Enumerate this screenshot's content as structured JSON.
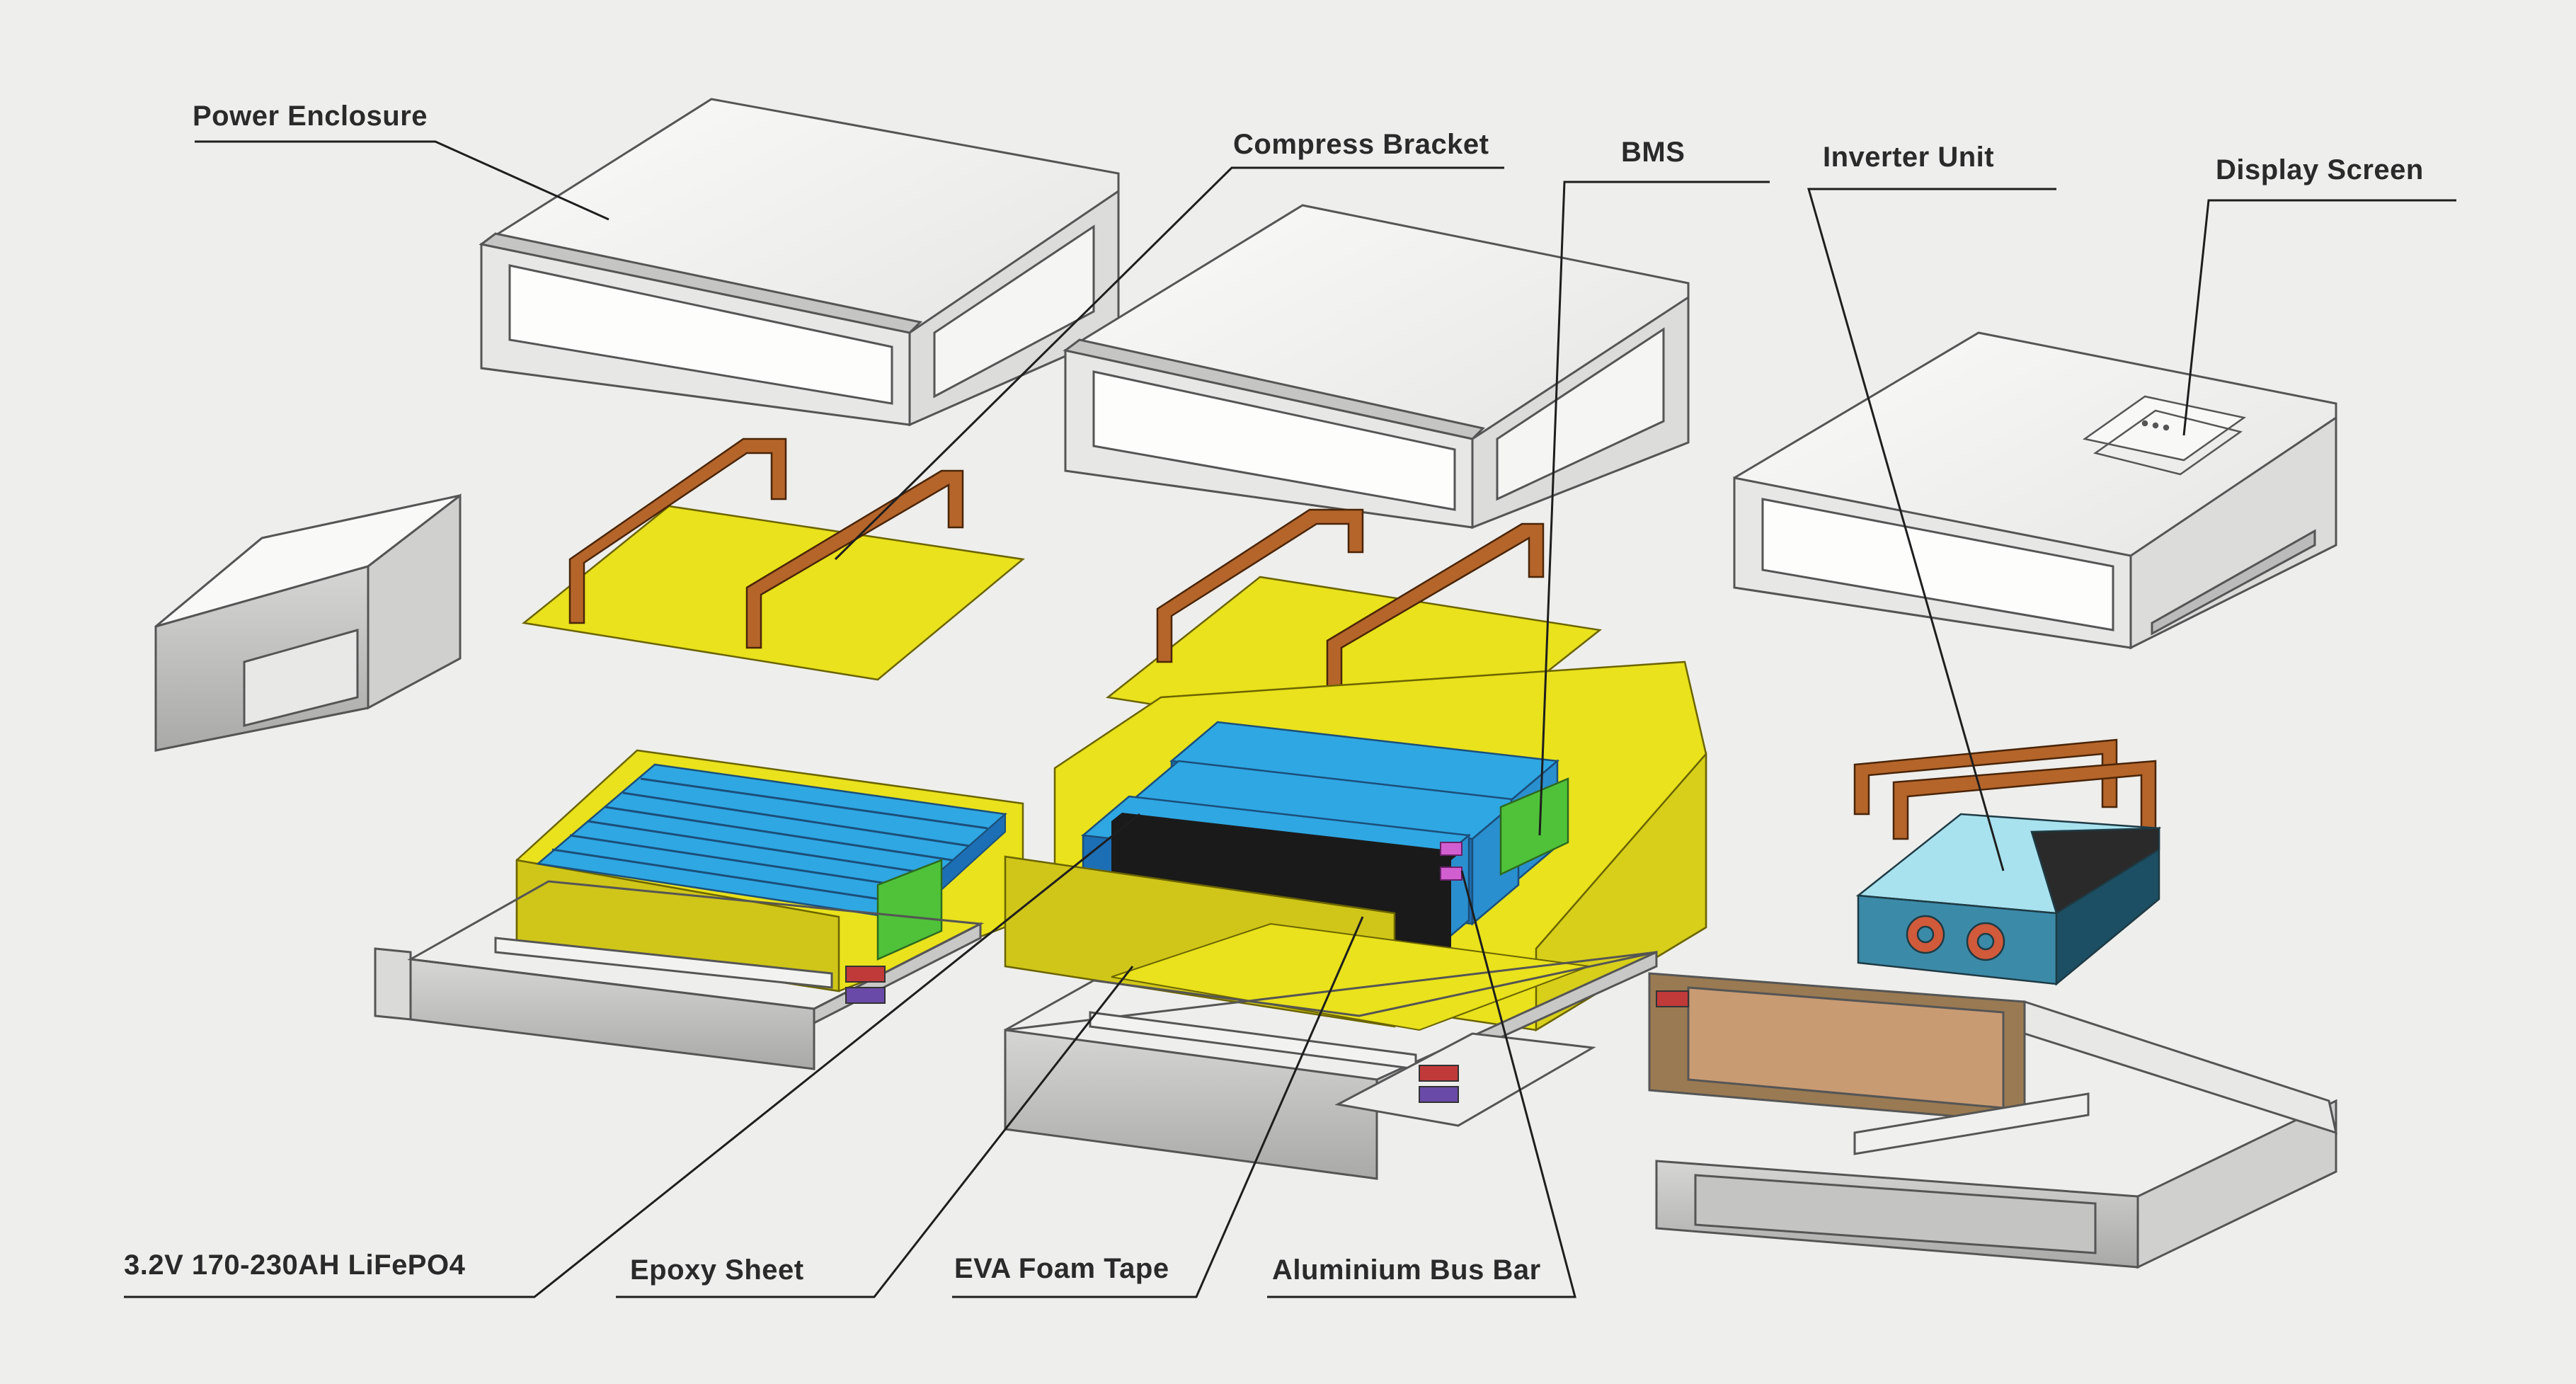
{
  "colors": {
    "background": "#eeeeec",
    "enclosure": "#f4f4f2",
    "enclosure_shade": "#c8c8c6",
    "outline": "#555555",
    "epoxy_sheet": "#e9e21c",
    "epoxy_shade": "#c9c020",
    "cell_top": "#2fa7e3",
    "cell_side": "#1d6fb5",
    "bms_board": "#4fc23a",
    "bracket": "#b5652a",
    "bracket_dark": "#7a3e18",
    "inverter": "#8fd4e6",
    "foam_tape": "#1a1a1a",
    "bus_bar": "#d25fd0",
    "leader_line": "#1e1e1e"
  },
  "labels": {
    "power_enclosure": "Power Enclosure",
    "compress_bracket": "Compress Bracket",
    "bms": "BMS",
    "inverter_unit": "Inverter Unit",
    "display_screen": "Display Screen",
    "cell": "3.2V 170-230AH  LiFePO4",
    "epoxy_sheet": "Epoxy Sheet",
    "eva_foam_tape": "EVA Foam Tape",
    "aluminium_bus_bar": "Aluminium Bus Bar"
  }
}
